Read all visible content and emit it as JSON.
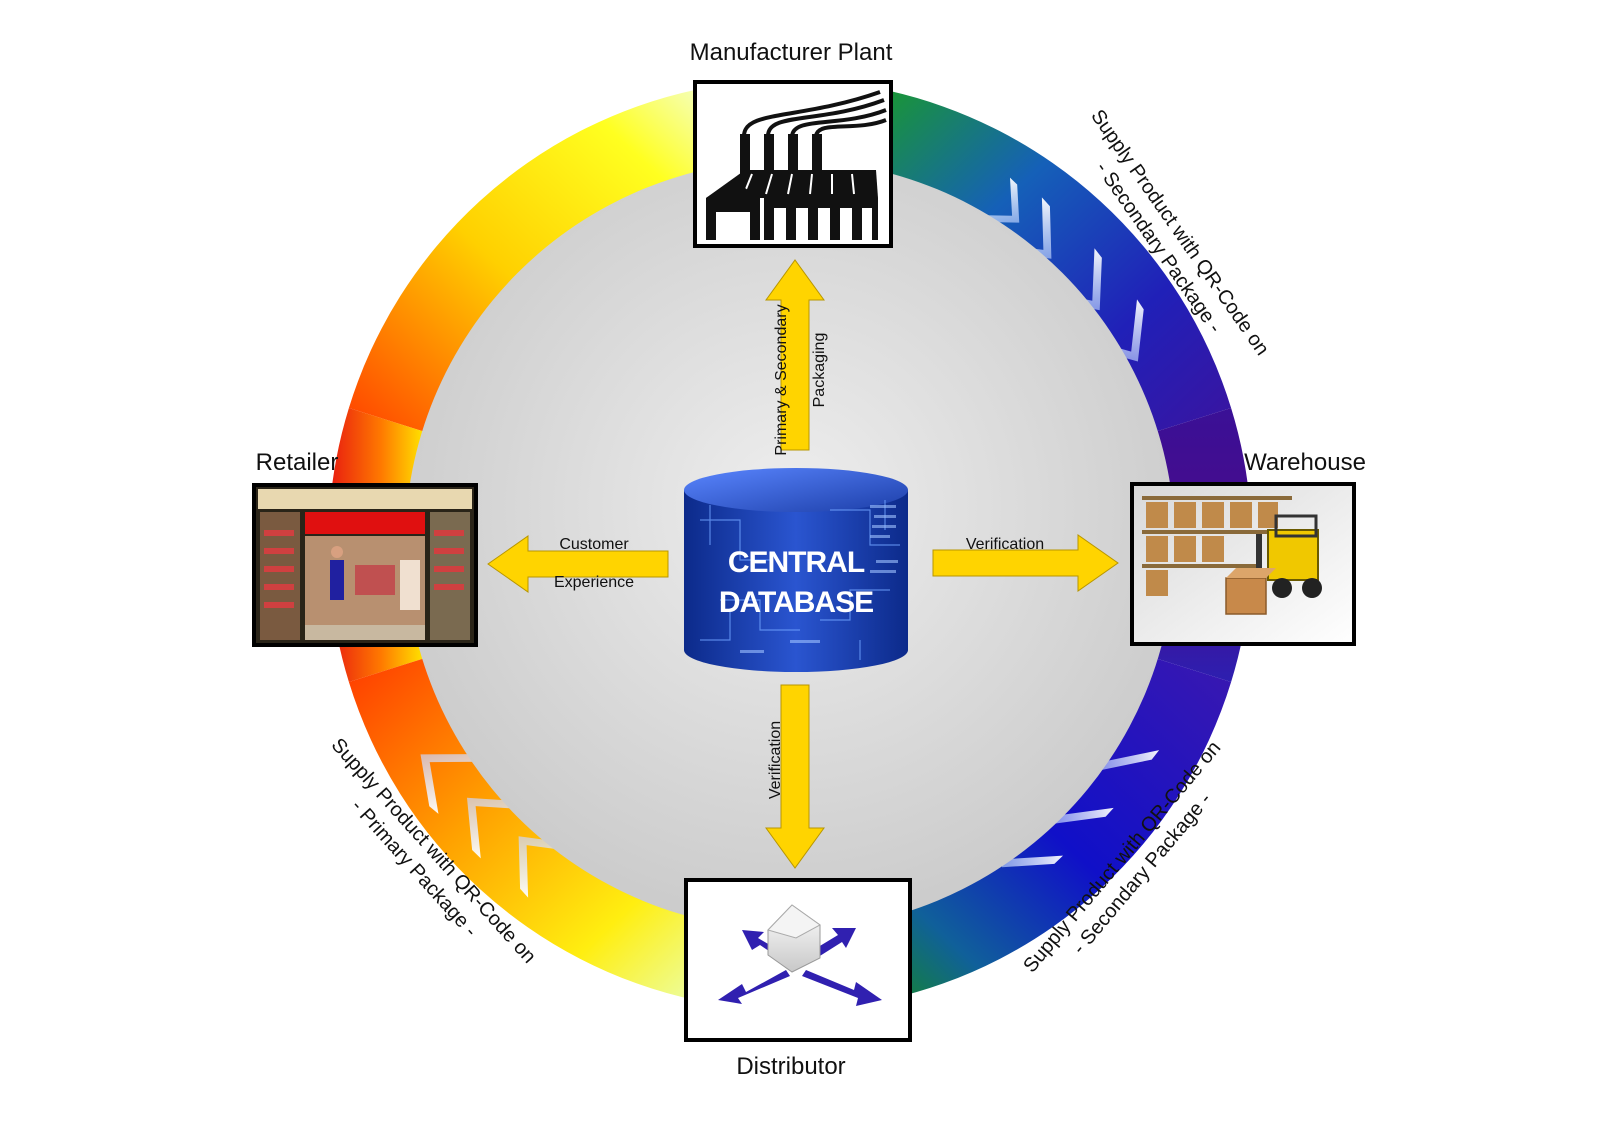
{
  "center": {
    "line1": "CENTRAL",
    "line2": "DATABASE"
  },
  "nodes": {
    "manufacturer": {
      "label": "Manufacturer Plant",
      "icon": "factory-icon"
    },
    "warehouse": {
      "label": "Warehouse",
      "icon": "forklift-icon"
    },
    "distributor": {
      "label": "Distributor",
      "icon": "distribution-house-icon"
    },
    "retailer": {
      "label": "Retailer",
      "icon": "store-front-icon"
    }
  },
  "arrows": {
    "up": {
      "line1": "Primary & Secondary",
      "line2": "Packaging"
    },
    "right": {
      "label": "Verification"
    },
    "down": {
      "label": "Verification"
    },
    "left": {
      "line1": "Customer",
      "line2": "Experience"
    }
  },
  "ring_labels": {
    "top_right": {
      "line1": "Supply Product with QR-Code on",
      "line2": "- Secondary Package -"
    },
    "bottom_right": {
      "line1": "Supply Product with QR-Code on",
      "line2": "- Secondary Package -"
    },
    "bottom_left": {
      "line1": "Supply Product with QR-Code on",
      "line2": "- Primary Package -"
    }
  },
  "colors": {
    "arrow_fill": "#ffd400",
    "arrow_stroke": "#b89600",
    "inner_circle": "#d6d6d6",
    "database_blue": "#1f3fa8",
    "ring_red": "#e8170f",
    "ring_yellow": "#ffee00",
    "ring_green": "#1a8f1a",
    "ring_blue": "#1515b0",
    "ring_purple": "#4a0a8a"
  }
}
